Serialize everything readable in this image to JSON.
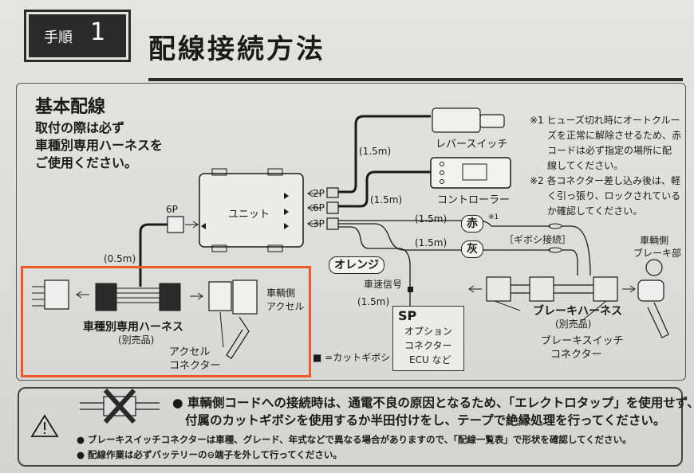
{
  "header": {
    "step_label": "手順",
    "step_number": "1",
    "title": "配線接続方法"
  },
  "section": {
    "title": "基本配線",
    "lead": [
      "取付の際は必ず",
      "車種別専用ハーネスを",
      "ご使用ください。"
    ]
  },
  "notes": {
    "note1": [
      "※1 ヒューズ切れ時にオートクルー",
      "ズを正常に解除させるため、赤",
      "コードは必ず指定の場所に配",
      "線してください。"
    ],
    "note2": [
      "※2 各コネクター差し込み後は、軽",
      "く引っ張り、ロックされている",
      "か確認してください。"
    ]
  },
  "diagram": {
    "len_lever": "(1.5m)",
    "lever_switch": "レバースイッチ",
    "len_controller": "(1.5m)",
    "controller": "コントローラー",
    "unit": "ユニット",
    "pin_2p": "2P",
    "pin_6p_unit": "6P",
    "pin_3p": "3P",
    "pin_6p": "6P",
    "len_harness": "(0.5m)",
    "len_red": "(1.5m)",
    "red_tag": "赤",
    "red_ref": "※1",
    "len_gray": "(1.5m)",
    "gray_tag": "灰",
    "gibosi": "［ギボシ接続］",
    "orange_tag": "オレンジ",
    "speed_signal": "車速信号",
    "len_orange": "(1.5m)",
    "sp": "SP",
    "sp_lines": [
      "オプション",
      "コネクター",
      "ECU など"
    ],
    "cut_gibosi": "■ =カットギボシ",
    "vehicle_brake": [
      "車輌側",
      "ブレーキ部"
    ],
    "brake_harness": "ブレーキハーネス",
    "brake_sold": "(別売品)",
    "brake_switch_connector": [
      "ブレーキスイッチ",
      "コネクター"
    ],
    "vehicle_harness": "車種別専用ハーネス",
    "vehicle_harness_sold": "(別売品)",
    "vehicle_accel": [
      "車輌側",
      "アクセル"
    ],
    "accel_connector": [
      "アクセル",
      "コネクター"
    ]
  },
  "warnings": {
    "main": [
      "● 車輌側コードへの接続時は、通電不良の原因となるため、「エレクトロタップ」を使用せず、",
      "付属のカットギボシを使用するか半田付けをし、テープで絶縁処理を行ってください。"
    ],
    "sub1": "● ブレーキスイッチコネクターは車種、グレード、年式などで異なる場合がありますので、「配線一覧表」で形状を確認してください。",
    "sub2": "● 配線作業は必ずバッテリーの⊖端子を外して行ってください。"
  },
  "colors": {
    "highlight": "#ee5a24",
    "ink": "#1a1a1a"
  }
}
